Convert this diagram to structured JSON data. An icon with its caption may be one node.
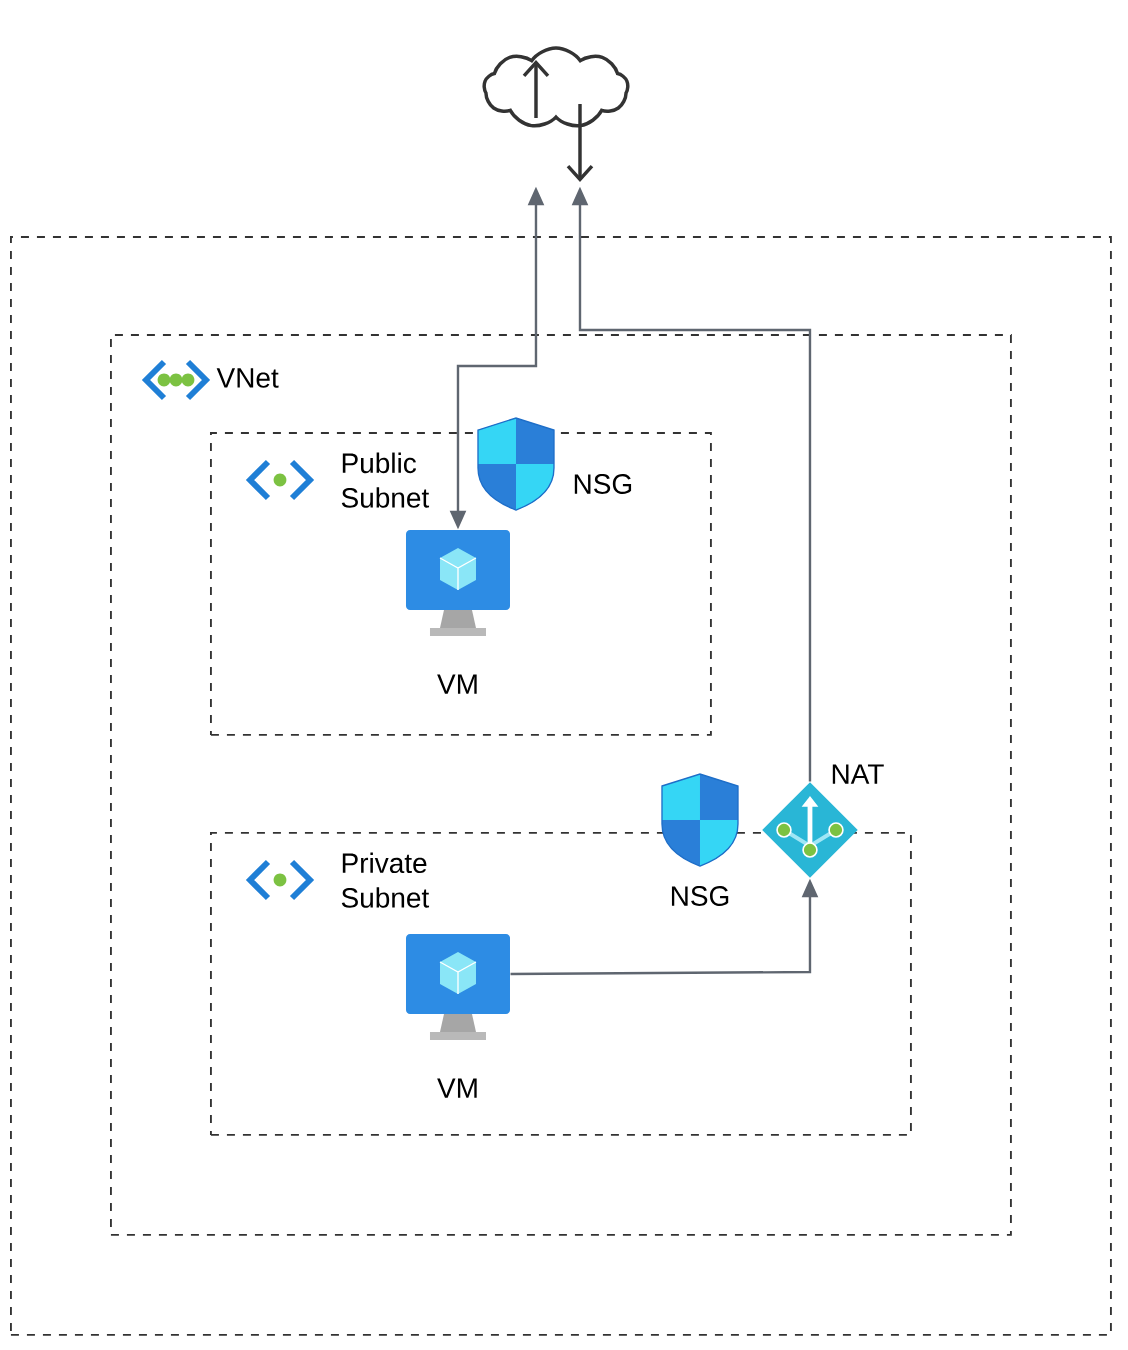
{
  "diagram": {
    "nodes": [
      {
        "text": [],
        "shape": "box"
      },
      {
        "text": [],
        "shape": "cloud"
      },
      {
        "text": [
          "VNet"
        ],
        "in": 0
      },
      {
        "text": [
          "Public Subnet"
        ],
        "in": 2
      },
      {
        "text": [
          "NSG"
        ],
        "in": 3
      },
      {
        "text": [
          "VM"
        ],
        "in": 3
      },
      {
        "text": [
          "Private Subnet"
        ],
        "in": 2
      },
      {
        "text": [],
        "shape": "shield",
        "beside": [
          "NSG"
        ],
        "in": 2
      },
      {
        "text": [
          "NAT"
        ],
        "in": 2
      },
      {
        "text": [
          "VM"
        ],
        "in": 6
      }
    ],
    "edges": [
      {
        "from": 1,
        "to": 5,
        "arrow": "both"
      },
      {
        "from": 9,
        "to": 8,
        "arrow": "to"
      },
      {
        "from": 8,
        "to": 1,
        "arrow": "to"
      }
    ]
  }
}
